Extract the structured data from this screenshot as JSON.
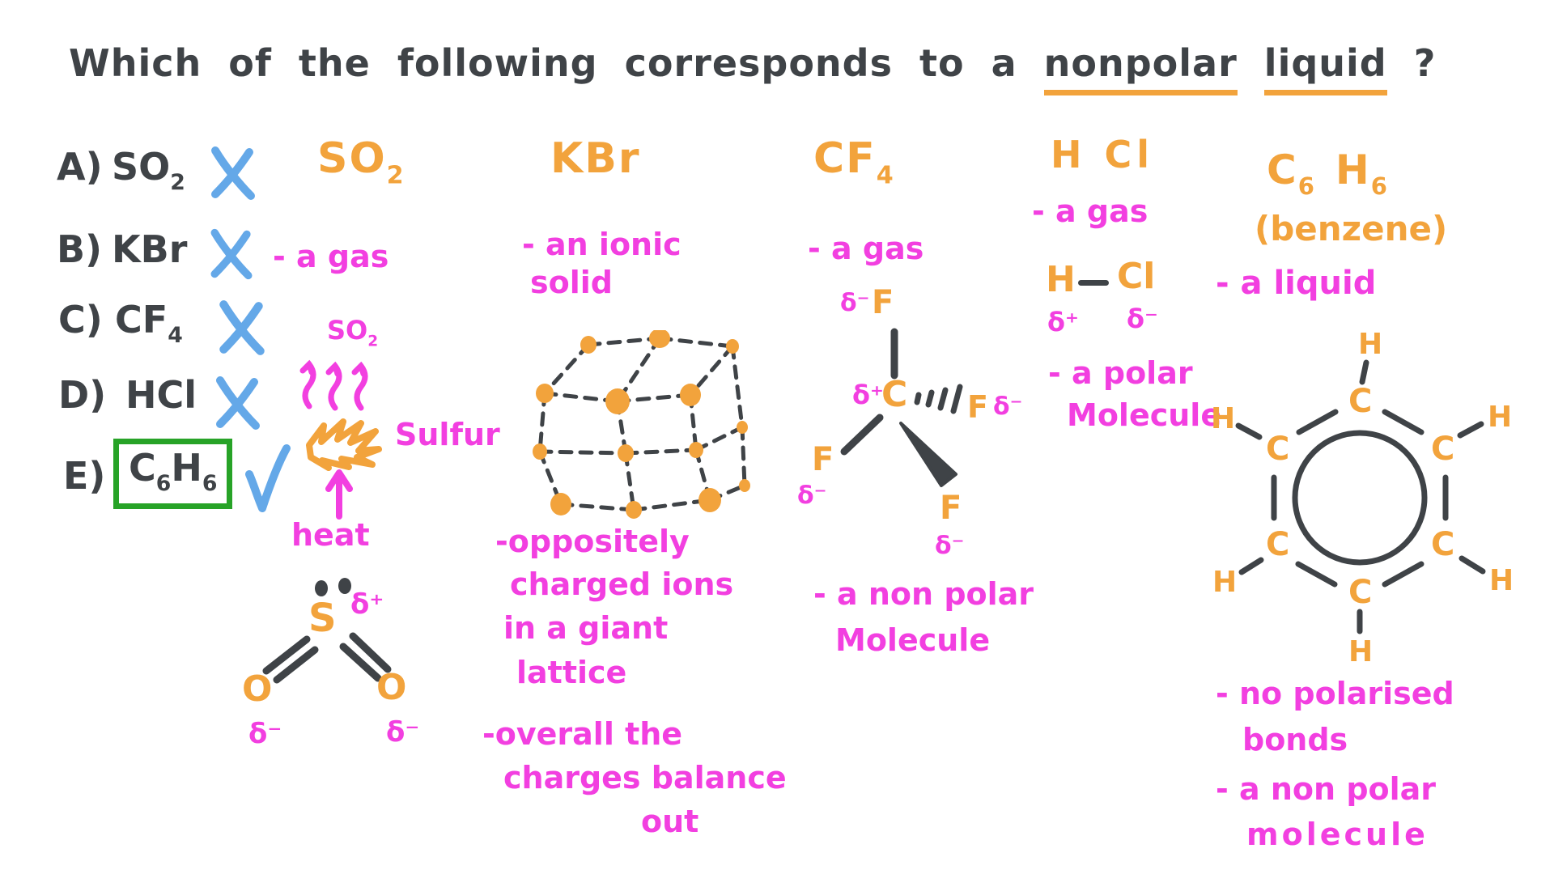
{
  "colors": {
    "ink": "#3F4347",
    "orange": "#F2A33C",
    "pink": "#F23FE0",
    "blue": "#64A8E8",
    "green": "#27A327"
  },
  "title": {
    "prefix": "Which of the following corresponds to a",
    "word_nonpolar": "nonpolar",
    "word_liquid": "liquid",
    "suffix": "?"
  },
  "options": [
    {
      "letter": "A)",
      "base": "SO",
      "sub": "2"
    },
    {
      "letter": "B)",
      "base": "KBr",
      "sub": ""
    },
    {
      "letter": "C)",
      "base": "CF",
      "sub": "4"
    },
    {
      "letter": "D)",
      "base": "HCl",
      "sub": ""
    },
    {
      "letter": "E)",
      "c": "C",
      "c_sub": "6",
      "h": "H",
      "h_sub": "6"
    }
  ],
  "so2": {
    "header_base": "SO",
    "header_sub": "2",
    "state_note": "- a gas",
    "gas_base": "SO",
    "gas_sub": "2",
    "solid_label": "Sulfur",
    "heat_label": "heat",
    "delta_plus": "δ⁺",
    "s_atom": "S",
    "o_left": "O",
    "o_right": "O",
    "delta_minus_left": "δ⁻",
    "delta_minus_right": "δ⁻"
  },
  "kbr": {
    "header": "KBr",
    "state_note_1": "- an ionic",
    "state_note_2": "solid",
    "lattice_note": [
      "-oppositely",
      "charged ions",
      "in a giant",
      "lattice"
    ],
    "balance_note": [
      "-overall the",
      "charges balance",
      "out"
    ]
  },
  "cf4": {
    "header_base": "CF",
    "header_sub": "4",
    "state_note": "- a gas",
    "f_top_delta": "δ⁻",
    "f_top": "F",
    "delta_plus": "δ⁺",
    "c_atom": "C",
    "f_right": "F",
    "f_right_delta": "δ⁻",
    "f_left": "F",
    "f_left_delta": "δ⁻",
    "f_bottom": "F",
    "f_bottom_delta": "δ⁻",
    "polarity_note": [
      "- a non polar",
      "Molecule"
    ]
  },
  "hcl": {
    "header": "H Cl",
    "state_note": "- a gas",
    "h_atom": "H",
    "cl_atom": "Cl",
    "delta_plus": "δ⁺",
    "delta_minus": "δ⁻",
    "polarity_note": [
      "- a polar",
      "Molecule"
    ]
  },
  "benzene": {
    "header_c": "C",
    "header_c_sub": "6",
    "header_h": "H",
    "header_h_sub": "6",
    "subtitle": "(benzene)",
    "state_note": "- a liquid",
    "c_atom": "C",
    "h_atom": "H",
    "bonds_note": [
      "- no polarised",
      "bonds"
    ],
    "polarity_note": [
      "- a non polar",
      "molecule"
    ]
  }
}
